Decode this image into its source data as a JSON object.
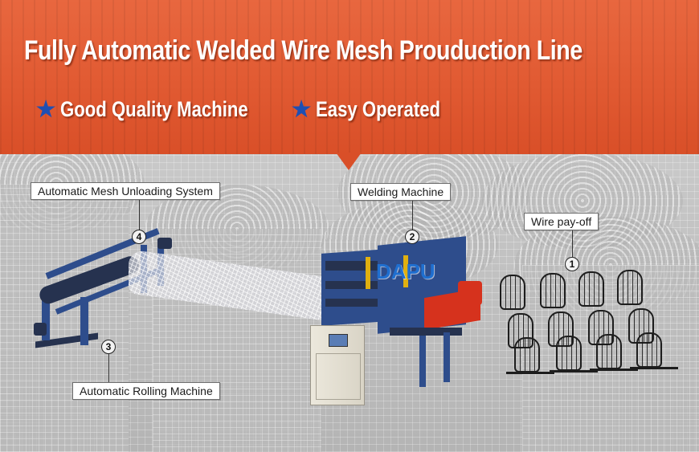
{
  "banner": {
    "headline": "Fully Automatic Welded Wire Mesh Prouduction Line",
    "features": [
      "Good Quality Machine",
      "Easy Operated"
    ],
    "accent_color": "#e15a32",
    "star_color": "#1f4fb3"
  },
  "labels": {
    "unloading": "Automatic Mesh Unloading System",
    "welding": "Welding Machine",
    "payoff": "Wire pay-off",
    "rolling": "Automatic Rolling Machine"
  },
  "numbers": {
    "payoff": "1",
    "welding": "2",
    "rolling": "3",
    "unloading": "4"
  },
  "brand_logo": "DAPU",
  "icons": {
    "star": "star-icon"
  }
}
